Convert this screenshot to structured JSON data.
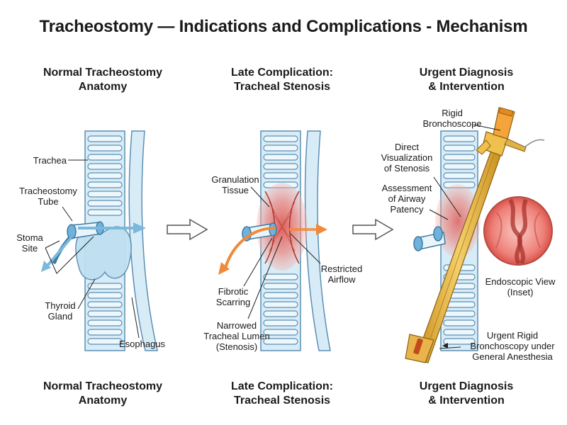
{
  "title": "Tracheostomy — Indications and Complications - Mechanism",
  "panels": [
    {
      "heading_top": "Normal Tracheostomy\nAnatomy",
      "heading_bottom": "Normal Tracheostomy\nAnatomy",
      "labels": {
        "trachea": "Trachea",
        "tube": "Tracheostomy\nTube",
        "stoma": "Stoma\nSite",
        "thyroid": "Thyroid\nGland",
        "esophagus": "Esophagus"
      }
    },
    {
      "heading_top": "Late Complication:\nTracheal Stenosis",
      "heading_bottom": "Late Complication:\nTracheal Stenosis",
      "labels": {
        "granulation": "Granulation\nTissue",
        "restricted": "Restricted\nAirflow",
        "fibrotic": "Fibrotic\nScarring",
        "narrowed": "Narrowed\nTracheal Lumen\n(Stenosis)"
      }
    },
    {
      "heading_top": "Urgent Diagnosis\n& Intervention",
      "heading_bottom": "Urgent Diagnosis\n& Intervention",
      "labels": {
        "bronchoscope": "Rigid\nBronchoscope",
        "visualization": "Direct\nVisualization\nof Stenosis",
        "patency": "Assessment\nof Airway\nPatency",
        "endoscopic": "Endoscopic View\n(Inset)",
        "urgent": "Urgent Rigid\nBronchoscopy under\nGeneral Anesthesia"
      }
    }
  ],
  "colors": {
    "trachea_fill": "#d8ecf7",
    "trachea_stroke": "#5b8fb4",
    "thyroid_fill": "#bfe0f2",
    "inflammation": "#ee7c73",
    "arrow_orange": "#f08a3a",
    "arrow_blue": "#7bb8dd",
    "scope_yellow": "#e8b84a"
  }
}
